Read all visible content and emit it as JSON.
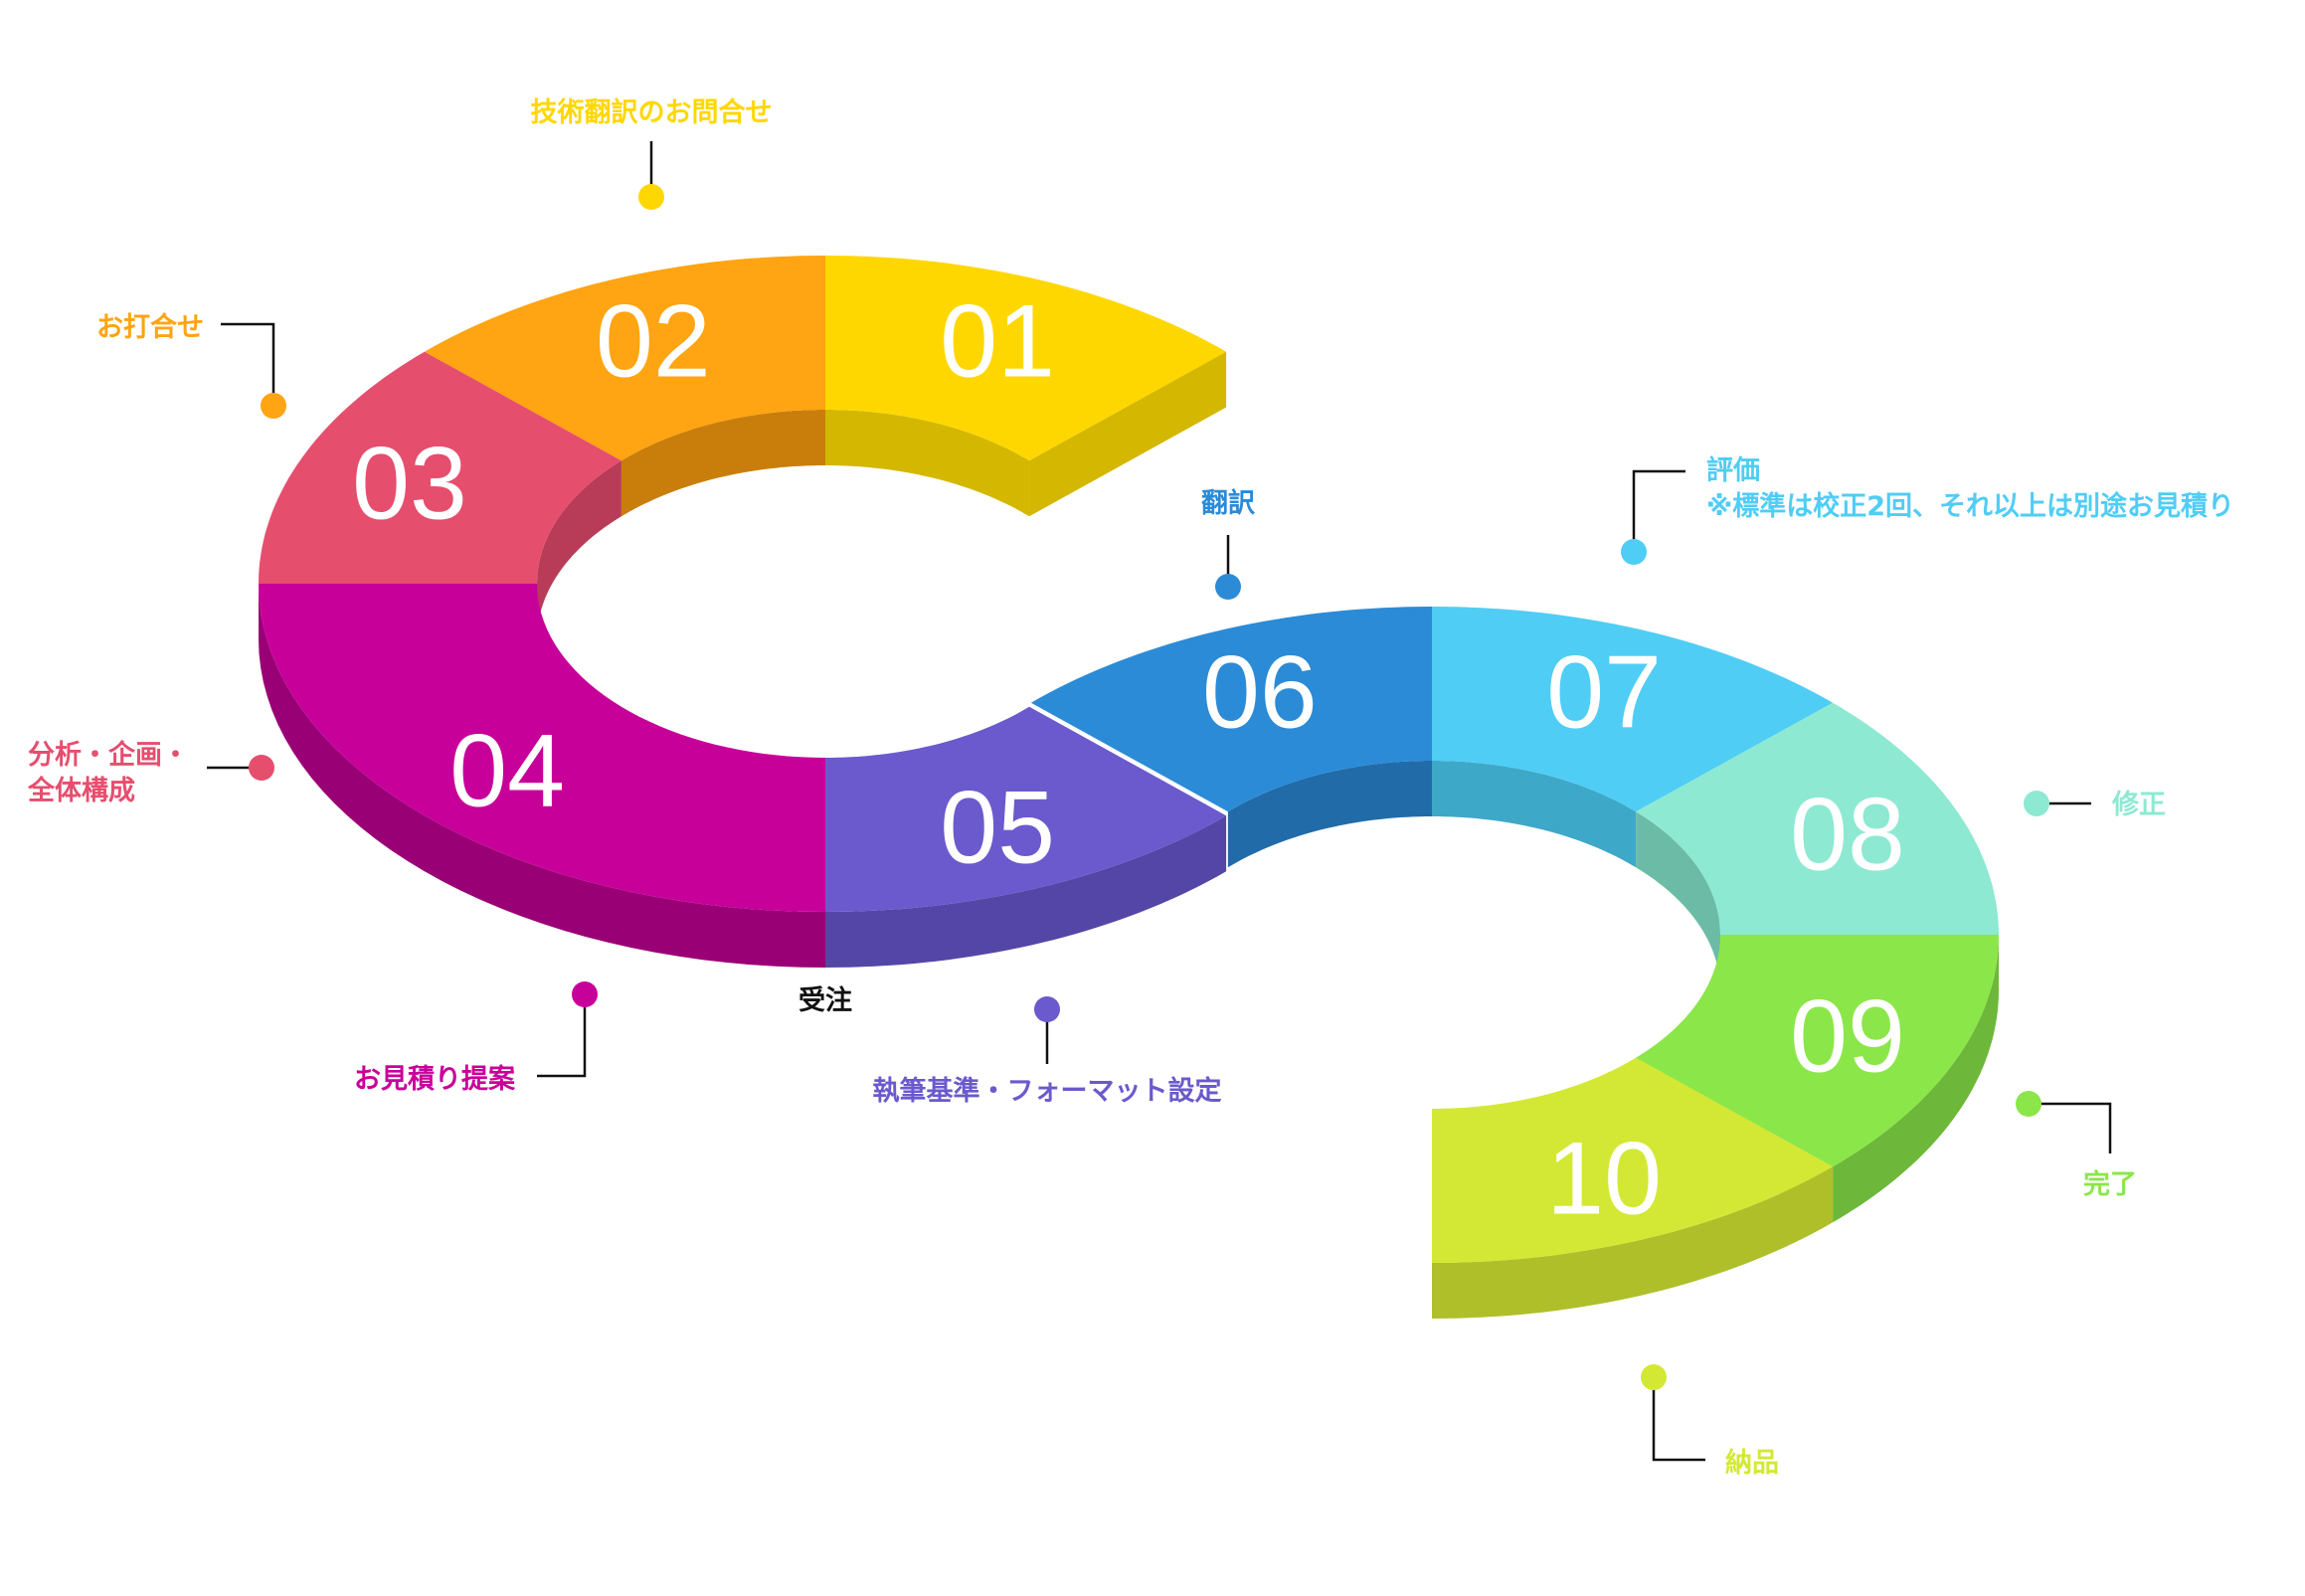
{
  "steps": [
    {
      "num": "01",
      "label": [
        "技術翻訳のお問合せ"
      ],
      "color": "#FFD700",
      "side": "#D4B700"
    },
    {
      "num": "02",
      "label": [
        "お打合せ"
      ],
      "color": "#FFA412",
      "side": "#C97E0C"
    },
    {
      "num": "03",
      "label": [
        "分析・企画・",
        "全体構成"
      ],
      "color": "#E64E6E",
      "side": "#B83C57"
    },
    {
      "num": "04",
      "label": [
        "お見積り提案"
      ],
      "color": "#C8009A",
      "side": "#9A0075"
    },
    {
      "num": "05",
      "label": [
        "執筆基準・フォーマット設定"
      ],
      "color": "#6A5ACD",
      "side": "#5446A6"
    },
    {
      "num": "06",
      "label": [
        "翻訳"
      ],
      "color": "#2B8BD6",
      "side": "#216BA8"
    },
    {
      "num": "07",
      "label": [
        "評価",
        "※標準は校正2回、それ以上は別途お見積り"
      ],
      "color": "#4FCDF5",
      "side": "#3EA8C9"
    },
    {
      "num": "08",
      "label": [
        "修正"
      ],
      "color": "#8DE9D2",
      "side": "#6CBBA6"
    },
    {
      "num": "09",
      "label": [
        "完了"
      ],
      "color": "#8BE64A",
      "side": "#6DB83A"
    },
    {
      "num": "10",
      "label": [
        "納品"
      ],
      "color": "#D3E834",
      "side": "#AFBF2A"
    }
  ],
  "milestone": {
    "label": "受注",
    "color": "#111111"
  },
  "connector_color": "#111111"
}
